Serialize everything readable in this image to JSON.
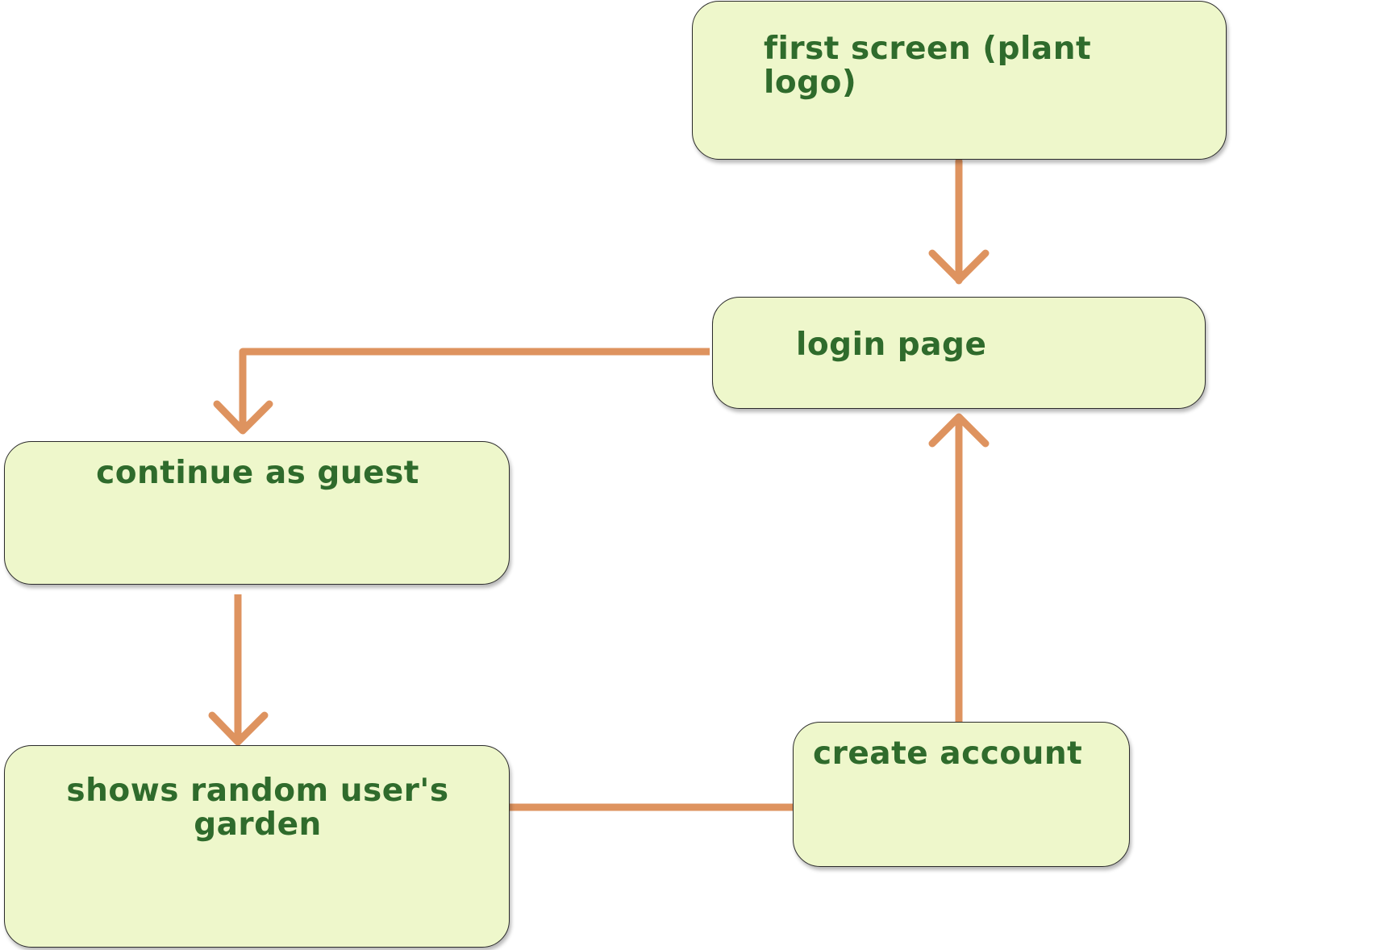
{
  "diagram": {
    "nodes": {
      "first_screen": "first screen (plant logo)",
      "login_page": "login page",
      "continue_as_guest": "continue as guest",
      "random_garden": "shows random user's garden",
      "create_account": "create account"
    },
    "edges": [
      {
        "from": "first_screen",
        "to": "login_page",
        "arrow": "end"
      },
      {
        "from": "login_page",
        "to": "continue_as_guest",
        "arrow": "end"
      },
      {
        "from": "continue_as_guest",
        "to": "random_garden",
        "arrow": "end"
      },
      {
        "from": "random_garden",
        "to": "create_account",
        "arrow": "none"
      },
      {
        "from": "create_account",
        "to": "login_page",
        "arrow": "end"
      }
    ],
    "colors": {
      "node_fill": "#eef7cb",
      "node_border": "#2b2b2b",
      "label_text": "#2f6b2c",
      "connector": "#de935f"
    }
  }
}
